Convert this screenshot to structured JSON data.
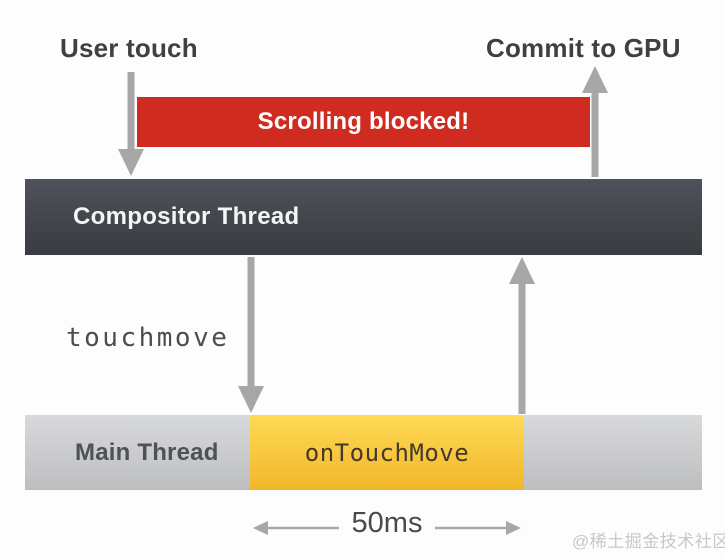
{
  "diagram": {
    "labels": {
      "user_touch": "User touch",
      "commit_to_gpu": "Commit to GPU",
      "scrolling_blocked": "Scrolling blocked!",
      "compositor_thread": "Compositor Thread",
      "touchmove": "touchmove",
      "main_thread": "Main Thread",
      "on_touch_move": "onTouchMove",
      "duration": "50ms"
    },
    "colors": {
      "blocked_bar_red": "#cf2b20",
      "compositor_gradient_top": "#4e525a",
      "compositor_gradient_bottom": "#393c40",
      "main_thread_gradient_top": "#d8d9db",
      "main_thread_gradient_bottom": "#bdbec0",
      "busy_gradient_top": "#ffda55",
      "busy_gradient_bottom": "#f1b62b",
      "arrow_gray": "#a7a7a7",
      "label_dark": "#3e4144",
      "white_text": "#ffffff"
    },
    "watermark": "@稀土掘金技术社区"
  }
}
